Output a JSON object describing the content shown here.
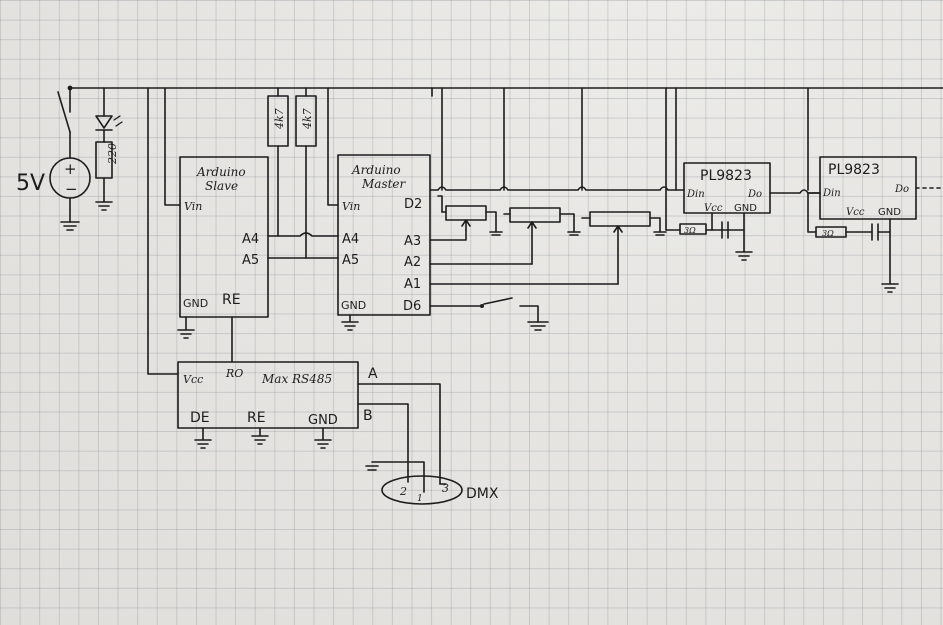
{
  "supply": {
    "voltage": "5V",
    "plus": "+",
    "minus": "−"
  },
  "led_resistor": "220",
  "pullups": [
    "4k7",
    "4k7"
  ],
  "slave": {
    "title1": "Arduino",
    "title2": "Slave",
    "vin": "Vin",
    "a4": "A4",
    "a5": "A5",
    "gnd": "GND",
    "re": "RE"
  },
  "master": {
    "title1": "Arduino",
    "title2": "Master",
    "vin": "Vin",
    "d2": "D2",
    "a4": "A4",
    "a5": "A5",
    "a3": "A3",
    "a2": "A2",
    "a1": "A1",
    "gnd": "GND",
    "d6": "D6"
  },
  "rs485": {
    "vcc": "Vcc",
    "ro": "RO",
    "title": "Max RS485",
    "a": "A",
    "b": "B",
    "de": "DE",
    "re": "RE",
    "gnd": "GND"
  },
  "dmx": {
    "label": "DMX",
    "pin2": "2",
    "pin1": "1",
    "pin3": "3"
  },
  "led1": {
    "title": "PL9823",
    "din": "Din",
    "dout": "Do",
    "vcc": "Vcc",
    "gnd": "GND"
  },
  "led2": {
    "title": "PL9823",
    "din": "Din",
    "dout": "Do",
    "vcc": "Vcc",
    "gnd": "GND"
  },
  "series_resistor": [
    "3Ω",
    "3Ω"
  ]
}
